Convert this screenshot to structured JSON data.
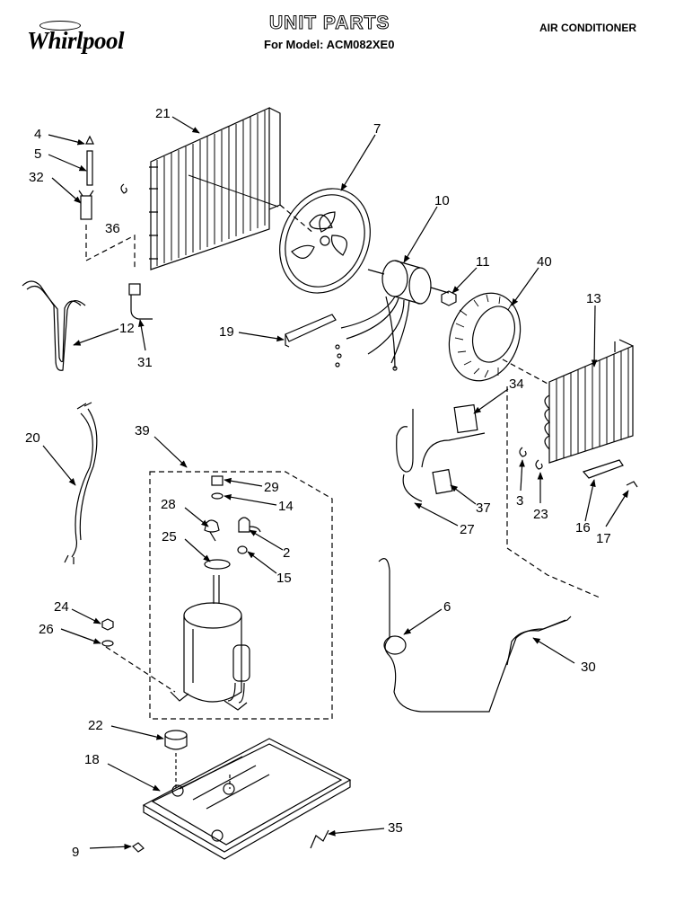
{
  "header": {
    "brand": "Whirlpool",
    "title": "UNIT PARTS",
    "model_line": "For Model: ACM082XE0",
    "category": "AIR CONDITIONER"
  },
  "callouts": [
    {
      "id": "c4",
      "label": "4"
    },
    {
      "id": "c5",
      "label": "5"
    },
    {
      "id": "c32",
      "label": "32"
    },
    {
      "id": "c36",
      "label": "36"
    },
    {
      "id": "c21",
      "label": "21"
    },
    {
      "id": "c7",
      "label": "7"
    },
    {
      "id": "c10",
      "label": "10"
    },
    {
      "id": "c11",
      "label": "11"
    },
    {
      "id": "c40",
      "label": "40"
    },
    {
      "id": "c13",
      "label": "13"
    },
    {
      "id": "c12",
      "label": "12"
    },
    {
      "id": "c31",
      "label": "31"
    },
    {
      "id": "c19",
      "label": "19"
    },
    {
      "id": "c34",
      "label": "34"
    },
    {
      "id": "c20",
      "label": "20"
    },
    {
      "id": "c39",
      "label": "39"
    },
    {
      "id": "c29",
      "label": "29"
    },
    {
      "id": "c14",
      "label": "14"
    },
    {
      "id": "c28",
      "label": "28"
    },
    {
      "id": "c2",
      "label": "2"
    },
    {
      "id": "c25",
      "label": "25"
    },
    {
      "id": "c15",
      "label": "15"
    },
    {
      "id": "c37",
      "label": "37"
    },
    {
      "id": "c3",
      "label": "3"
    },
    {
      "id": "c23",
      "label": "23"
    },
    {
      "id": "c16",
      "label": "16"
    },
    {
      "id": "c17",
      "label": "17"
    },
    {
      "id": "c27",
      "label": "27"
    },
    {
      "id": "c24",
      "label": "24"
    },
    {
      "id": "c26",
      "label": "26"
    },
    {
      "id": "c6",
      "label": "6"
    },
    {
      "id": "c30",
      "label": "30"
    },
    {
      "id": "c22",
      "label": "22"
    },
    {
      "id": "c18",
      "label": "18"
    },
    {
      "id": "c9",
      "label": "9"
    },
    {
      "id": "c35",
      "label": "35"
    }
  ]
}
